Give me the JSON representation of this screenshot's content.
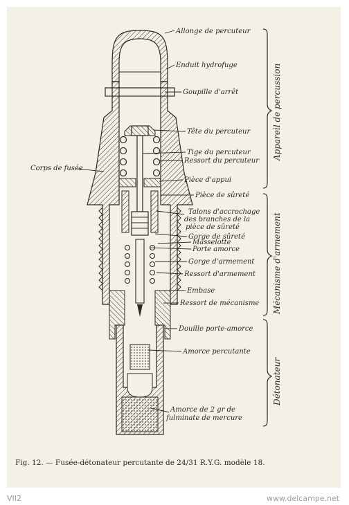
{
  "figure": {
    "caption": "Fig. 12. — Fusée-détonateur percutante de 24/31 R.Y.G. modèle 18.",
    "labels": [
      {
        "id": "allonge",
        "text": "Allonge de percuteur"
      },
      {
        "id": "enduit",
        "text": "Enduit hydrofuge"
      },
      {
        "id": "goupille",
        "text": "Goupille d'arrêt"
      },
      {
        "id": "tete",
        "text": "Tête du percuteur"
      },
      {
        "id": "tige",
        "text": "Tige du percuteur"
      },
      {
        "id": "ressort-percuteur",
        "text": "Ressort du percuteur"
      },
      {
        "id": "piece-appui",
        "text": "Pièce d'appui"
      },
      {
        "id": "piece-surete",
        "text": "Pièce de sûreté"
      },
      {
        "id": "talons-1",
        "text": "Talons d'accrochage"
      },
      {
        "id": "talons-2",
        "text": "des branches de la"
      },
      {
        "id": "talons-3",
        "text": "pièce de sûreté"
      },
      {
        "id": "gorge-surete",
        "text": "Gorge de sûreté"
      },
      {
        "id": "masselotte",
        "text": "Masselotte"
      },
      {
        "id": "porte-amorce",
        "text": "Porte amorce"
      },
      {
        "id": "gorge-armement",
        "text": "Gorge d'armement"
      },
      {
        "id": "ressort-armement",
        "text": "Ressort d'armement"
      },
      {
        "id": "embase",
        "text": "Embase"
      },
      {
        "id": "ressort-mecanisme",
        "text": "Ressort de mécanisme"
      },
      {
        "id": "douille",
        "text": "Douille porte-amorce"
      },
      {
        "id": "amorce-percutante",
        "text": "Amorce percutante"
      },
      {
        "id": "amorce-2gr-1",
        "text": "Amorce de 2 gr de"
      },
      {
        "id": "amorce-2gr-2",
        "text": "fulminate de mercure"
      },
      {
        "id": "corps",
        "text": "Corps de fusée"
      }
    ],
    "groups": [
      {
        "id": "percussion",
        "text": "Appareil de percussion"
      },
      {
        "id": "armement",
        "text": "Mécanisme d'armement"
      },
      {
        "id": "detonateur",
        "text": "Détonateur"
      }
    ]
  },
  "footer": {
    "left": "VII2",
    "right": "www.delcampe.net"
  },
  "colors": {
    "ink": "#2a2724",
    "paper": "#f4f0e6",
    "background": "#ffffff",
    "footer": "#9a9a9a"
  }
}
